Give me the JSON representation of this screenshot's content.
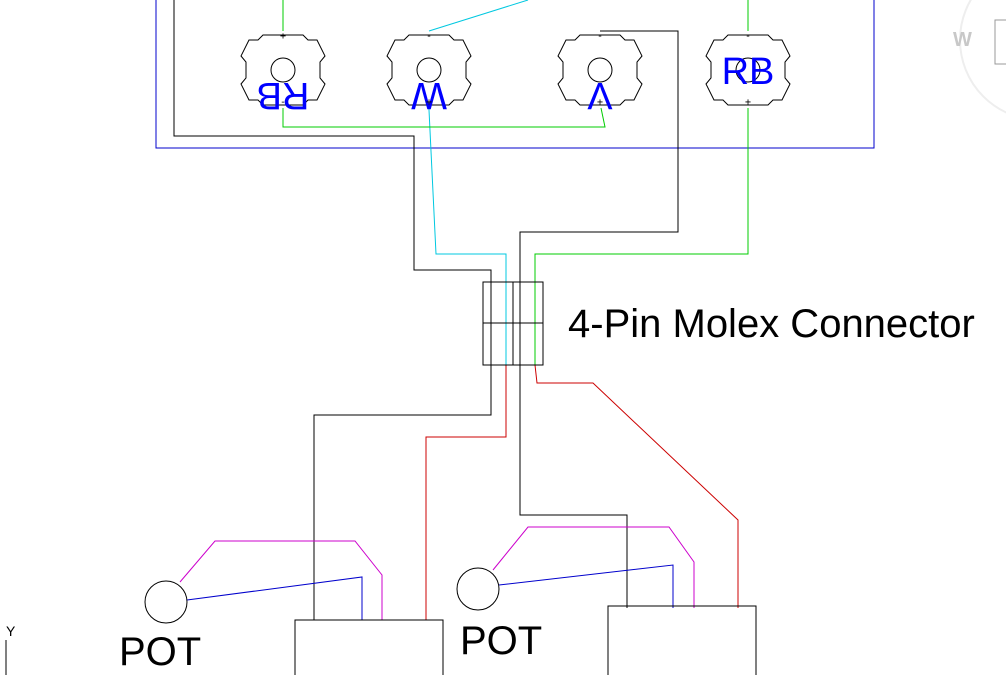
{
  "leds": [
    {
      "label": "RB",
      "flipped": true,
      "top_pin": "+",
      "bottom_pin": "-"
    },
    {
      "label": "W",
      "flipped": true,
      "top_pin": "-",
      "bottom_pin": "+"
    },
    {
      "label": "V",
      "flipped": true,
      "top_pin": "-",
      "bottom_pin": "+"
    },
    {
      "label": "RB",
      "flipped": false,
      "top_pin": "-",
      "bottom_pin": "+"
    }
  ],
  "connector": {
    "label": "4-Pin Molex Connector"
  },
  "pots": [
    {
      "label": "POT"
    },
    {
      "label": "POT"
    }
  ],
  "partial_edge_text": "W",
  "axis_indicator": "Y",
  "colors": {
    "board_outline": "#0000cc",
    "wire_black": "#000000",
    "wire_cyan": "#00c8e0",
    "wire_green": "#00cc00",
    "wire_red": "#cc0000",
    "wire_magenta": "#cc00cc",
    "wire_blue": "#0000cc",
    "led_text": "#0000ff"
  }
}
